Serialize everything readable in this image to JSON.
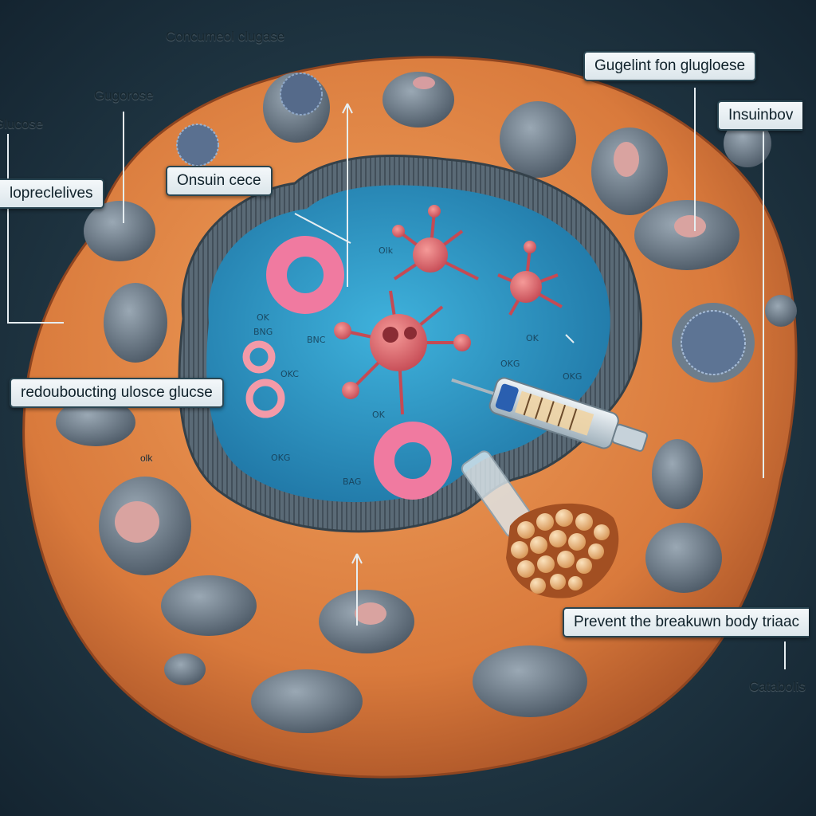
{
  "labels": {
    "top_center": "Concumeol clugase",
    "top_left": "Gugorose",
    "left_edge": "Glucose",
    "callout_left_mid": "lopreclelives",
    "callout_center_left": "Onsuin cece",
    "callout_top_right": "Gugelint fon glugloese",
    "callout_right_edge": "Insuinbov",
    "callout_left_lower": "redouboucting ulosce glucse",
    "callout_bottom_right": "Prevent the breakuwn body triaac",
    "right_lower": "Catabolis",
    "left_lower_small": "olk"
  },
  "micro_labels": {
    "m1": "Olk",
    "m2": "OK",
    "m3": "BNG",
    "m4": "BNC",
    "m5": "OK",
    "m6": "OKG",
    "m7": "OKC",
    "m8": "OK",
    "m9": "OKG",
    "m10": "OKG",
    "m11": "BAG"
  },
  "colors": {
    "cell_body": "#d97a3c",
    "cell_shadow": "#b4592a",
    "nucleus_fluid": "#2a8fc0",
    "membrane": "#4d5b66",
    "vesicle": "#6c7a86",
    "protein": "#e36a6e",
    "ring": "#f07aa0",
    "syringe_fluid": "#2a5fb0",
    "fat_granule": "#f0c591"
  }
}
